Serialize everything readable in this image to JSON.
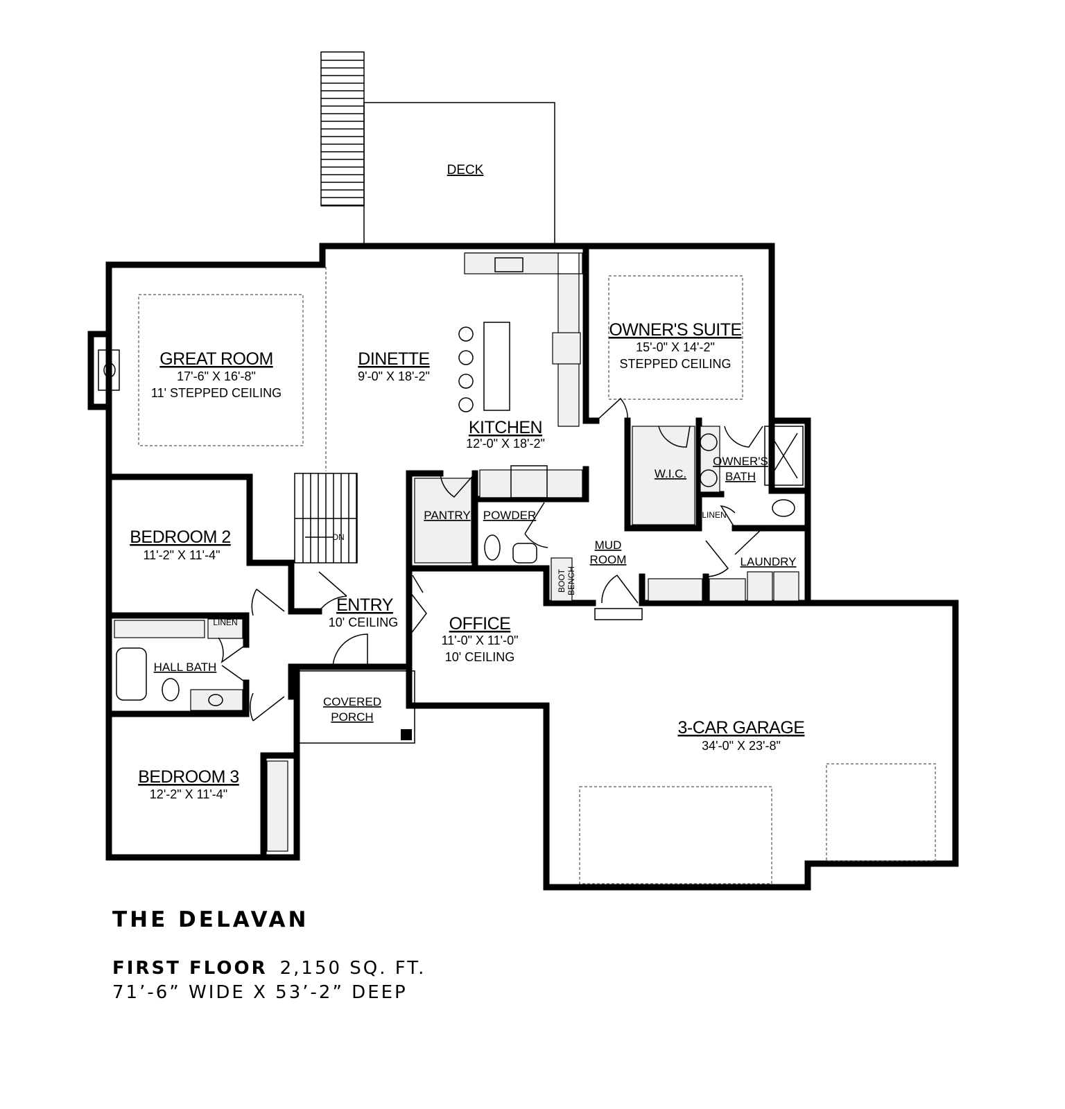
{
  "plan": {
    "rooms": {
      "deck": {
        "name": "DECK"
      },
      "great_room": {
        "name": "GREAT ROOM",
        "size": "17'-6\" X 16'-8\"",
        "note": "11' STEPPED CEILING"
      },
      "dinette": {
        "name": "DINETTE",
        "size": "9'-0\" X 18'-2\""
      },
      "kitchen": {
        "name": "KITCHEN",
        "size": "12'-0\" X 18'-2\""
      },
      "owners_suite": {
        "name": "OWNER'S SUITE",
        "size": "15'-0\" X 14'-2\"",
        "note": "STEPPED CEILING"
      },
      "wic": {
        "name": "W.I.C."
      },
      "owners_bath": {
        "line1": "OWNER'S",
        "line2": "BATH"
      },
      "linen_owner": {
        "name": "LINEN"
      },
      "laundry": {
        "name": "LAUNDRY"
      },
      "mud_room": {
        "line1": "MUD",
        "line2": "ROOM"
      },
      "boot_bench": {
        "line1": "BOOT",
        "line2": "BENCH"
      },
      "pantry": {
        "name": "PANTRY"
      },
      "powder": {
        "name": "POWDER"
      },
      "stairs": {
        "label": "DN"
      },
      "bedroom2": {
        "name": "BEDROOM 2",
        "size": "11'-2\" X 11'-4\""
      },
      "entry": {
        "name": "ENTRY",
        "note": "10' CEILING"
      },
      "office": {
        "name": "OFFICE",
        "size": "11'-0\" X 11'-0\"",
        "note": "10' CEILING"
      },
      "linen_hall": {
        "name": "LINEN"
      },
      "hall_bath": {
        "name": "HALL BATH"
      },
      "covered_porch": {
        "line1": "COVERED",
        "line2": "PORCH"
      },
      "bedroom3": {
        "name": "BEDROOM 3",
        "size": "12'-2\" X 11'-4\""
      },
      "garage": {
        "name": "3-CAR GARAGE",
        "size": "34'-0\" X 23'-8\""
      }
    }
  },
  "footer": {
    "title": "THE DELAVAN",
    "floor_label": "FIRST FLOOR",
    "area": "2,150 SQ. FT.",
    "dimensions": "71’-6” WIDE X 53’-2” DEEP"
  }
}
